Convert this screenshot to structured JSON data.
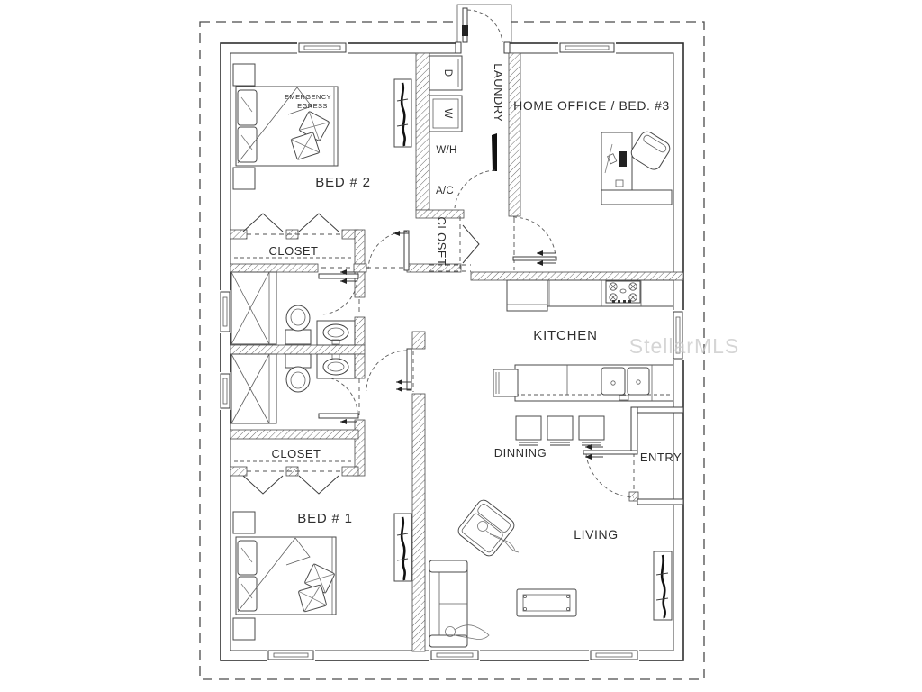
{
  "watermark": {
    "text": "StellarMLS"
  },
  "labels": {
    "bed2": "BED # 2",
    "bed1": "BED # 1",
    "home_office": "HOME OFFICE / BED. #3",
    "kitchen": "KITCHEN",
    "dining": "DINNING",
    "entry": "ENTRY",
    "living": "LIVING",
    "laundry": "LAUNDRY",
    "closet_bed2": "CLOSET",
    "closet_bed1": "CLOSET",
    "closet_hall": "CLOSET",
    "water_heater": "W/H",
    "ac_unit": "A/C",
    "dryer": "D",
    "washer": "W",
    "egress_line1": "EMERGENCY",
    "egress_line2": "EGRESS"
  },
  "colors": {
    "paper": "#ffffff",
    "line": "#3c3c3c",
    "hatch": "#6a6a6a",
    "property_dash": "#4a4a4a",
    "watermark": "#cbcbcb"
  }
}
